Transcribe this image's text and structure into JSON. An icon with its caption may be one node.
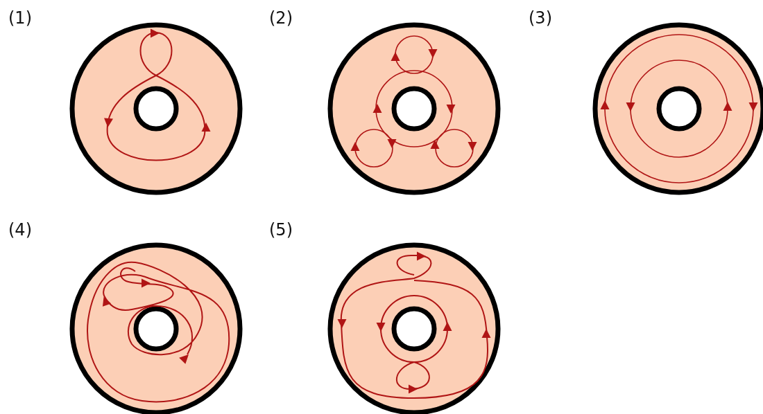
{
  "diagram": {
    "labels": [
      "(1)",
      "(2)",
      "(3)",
      "(4)",
      "(5)"
    ]
  }
}
